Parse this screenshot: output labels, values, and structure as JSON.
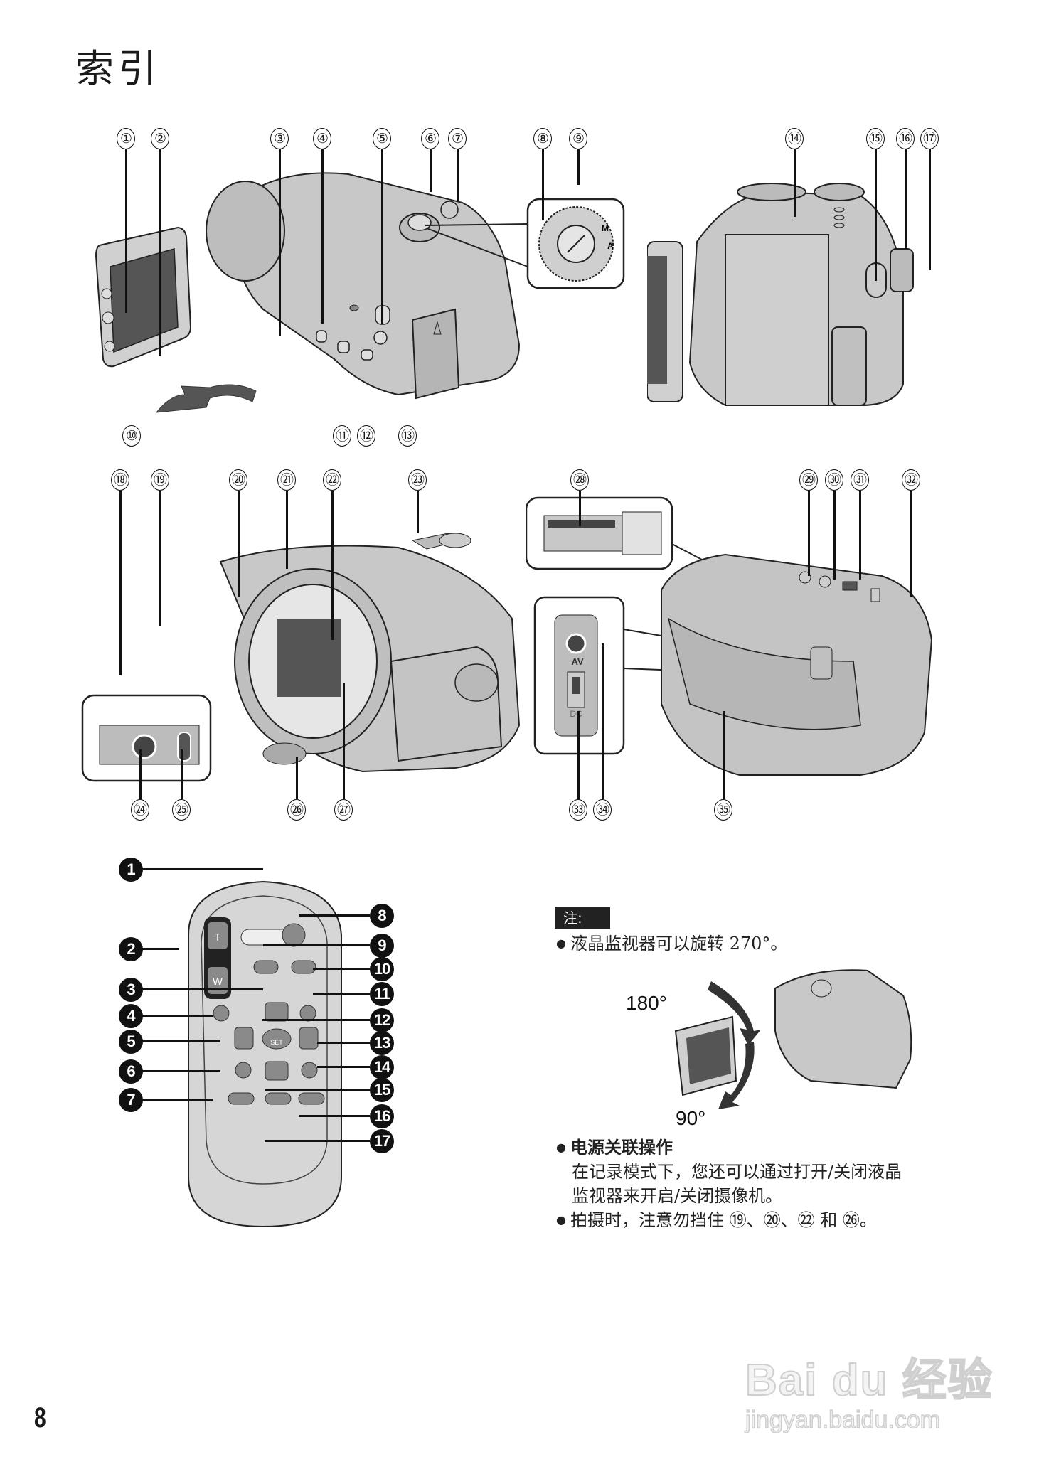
{
  "page": {
    "title": "索引",
    "page_number": "8"
  },
  "diagram_top_left": {
    "callouts_top": [
      "①",
      "②",
      "③",
      "④",
      "⑤",
      "⑥",
      "⑦",
      "⑧",
      "⑨"
    ],
    "callouts_bottom": [
      "⑩",
      "⑪",
      "⑫",
      "⑬"
    ]
  },
  "diagram_top_right": {
    "callouts_top": [
      "⑭",
      "⑮",
      "⑯",
      "⑰"
    ]
  },
  "diagram_middle_left": {
    "callouts_top": [
      "⑱",
      "⑲",
      "⑳",
      "㉑",
      "㉒",
      "㉓"
    ],
    "callouts_bottom": [
      "㉔",
      "㉕",
      "㉖",
      "㉗"
    ]
  },
  "diagram_middle_right": {
    "callouts_top": [
      "㉘",
      "㉙",
      "㉚",
      "㉛",
      "㉜"
    ],
    "callouts_bottom": [
      "㉝",
      "㉞",
      "㉟"
    ],
    "port_labels": {
      "av": "AV",
      "dc": "DC"
    }
  },
  "remote": {
    "callouts_left": [
      "1",
      "2",
      "3",
      "4",
      "5",
      "6",
      "7"
    ],
    "callouts_right": [
      "8",
      "9",
      "10",
      "11",
      "12",
      "13",
      "14",
      "15",
      "16",
      "17"
    ],
    "button_labels": {
      "tele": "T",
      "wide": "W",
      "set": "SET"
    }
  },
  "note": {
    "tag": "注:",
    "items": [
      {
        "text": "液晶监视器可以旋转 270°。"
      },
      {
        "heading": "电源关联操作",
        "lines": [
          "在记录模式下，您还可以通过打开/关闭液晶",
          "监视器来开启/关闭摄像机。"
        ]
      },
      {
        "text": "拍摄时，注意勿挡住 ⑲、⑳、㉒ 和 ㉖。"
      }
    ],
    "rotation_labels": {
      "up": "180°",
      "down": "90°"
    }
  },
  "watermark": {
    "brand": "Bai du 经验",
    "url": "jingyan.baidu.com"
  }
}
